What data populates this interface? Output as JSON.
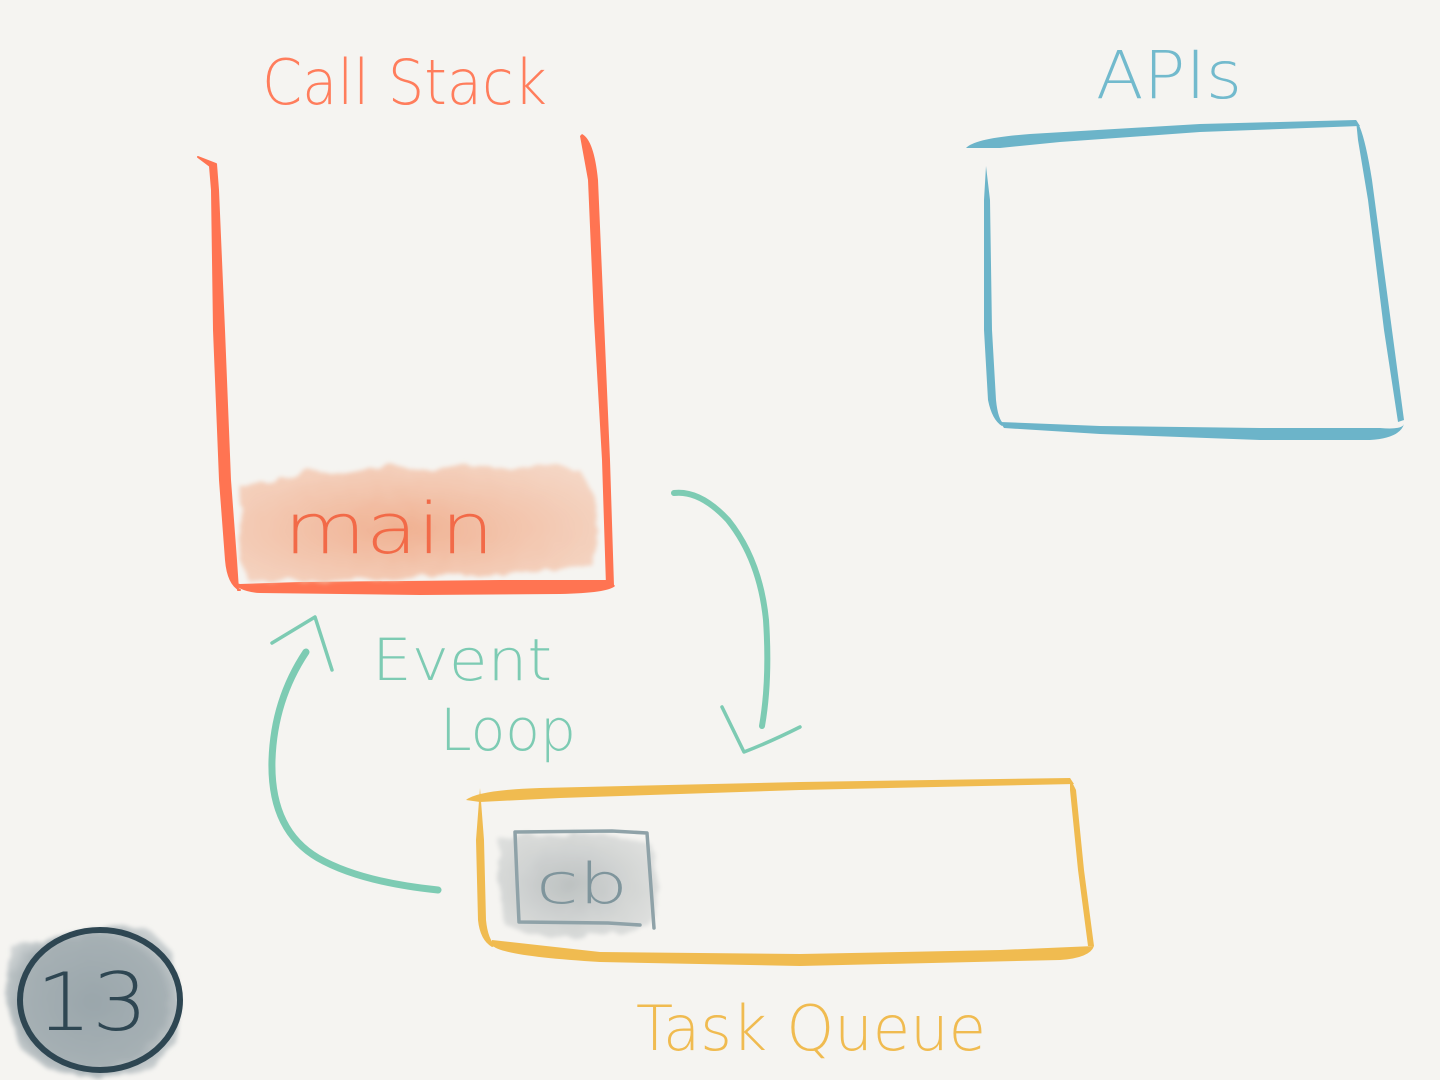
{
  "slide": {
    "number": "13"
  },
  "colors": {
    "background": "#f5f4f1",
    "call_stack": "#ff7452",
    "call_stack_fill": "#f3b79a",
    "apis": "#6cb4c9",
    "event_loop": "#7dcbb3",
    "task_queue": "#f0bb50",
    "callback": "#8fa2a8",
    "callback_fill": "#c9cccb",
    "slide_badge": "#2e4652",
    "slide_badge_fill": "#9aa5aa"
  },
  "call_stack": {
    "title": "Call Stack",
    "frames": [
      {
        "label": "main"
      }
    ]
  },
  "apis": {
    "title": "APIs",
    "items": []
  },
  "event_loop": {
    "title_line1": "Event",
    "title_line2": "Loop"
  },
  "task_queue": {
    "title": "Task Queue",
    "items": [
      {
        "label": "cb"
      }
    ]
  }
}
